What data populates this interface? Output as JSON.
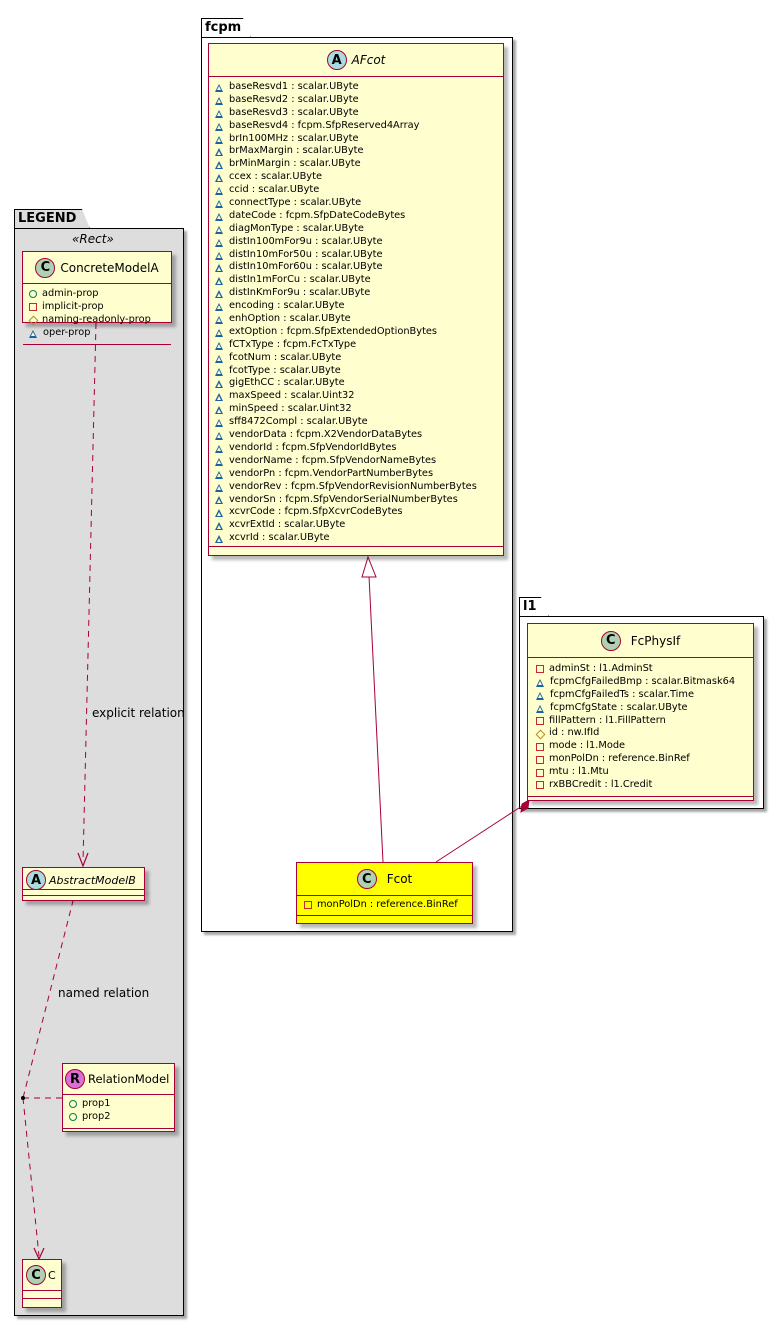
{
  "packages": {
    "legend": {
      "name": "LEGEND",
      "stereotype": "«Rect»"
    },
    "fcpm": {
      "name": "fcpm"
    },
    "l1": {
      "name": "l1"
    }
  },
  "colors": {
    "border": "#A80036",
    "class_fill": "#FEFECE",
    "highlight_fill": "#FFFF00",
    "legend_fill": "#DDDDDD",
    "badge_class": "#ADD1B2",
    "badge_abstract": "#A9DCDF",
    "badge_relation": "#DA70D6"
  },
  "legend": {
    "concrete": {
      "badge": "C",
      "name": "ConcreteModelA",
      "attrs": [
        {
          "vis": "public",
          "text": "admin-prop"
        },
        {
          "vis": "private",
          "text": "implicit-prop"
        },
        {
          "vis": "protected",
          "text": "naming-readonly-prop"
        },
        {
          "vis": "package",
          "text": "oper-prop"
        }
      ]
    },
    "abstract": {
      "badge": "A",
      "name": "AbstractModelB"
    },
    "relation_model": {
      "badge": "R",
      "name": "RelationModel",
      "attrs": [
        {
          "vis": "public",
          "text": "prop1"
        },
        {
          "vis": "public",
          "text": "prop2"
        }
      ]
    },
    "c": {
      "badge": "C",
      "name": "C"
    },
    "explicit_label": "explicit relation",
    "named_label": "named relation"
  },
  "afcot": {
    "badge": "A",
    "name": "AFcot",
    "attrs": [
      "baseResvd1 : scalar.UByte",
      "baseResvd2 : scalar.UByte",
      "baseResvd3 : scalar.UByte",
      "baseResvd4 : fcpm.SfpReserved4Array",
      "brIn100MHz : scalar.UByte",
      "brMaxMargin : scalar.UByte",
      "brMinMargin : scalar.UByte",
      "ccex : scalar.UByte",
      "ccid : scalar.UByte",
      "connectType : scalar.UByte",
      "dateCode : fcpm.SfpDateCodeBytes",
      "diagMonType : scalar.UByte",
      "distIn100mFor9u : scalar.UByte",
      "distIn10mFor50u : scalar.UByte",
      "distIn10mFor60u : scalar.UByte",
      "distIn1mForCu : scalar.UByte",
      "distInKmFor9u : scalar.UByte",
      "encoding : scalar.UByte",
      "enhOption : scalar.UByte",
      "extOption : fcpm.SfpExtendedOptionBytes",
      "fCTxType : fcpm.FcTxType",
      "fcotNum : scalar.UByte",
      "fcotType : scalar.UByte",
      "gigEthCC : scalar.UByte",
      "maxSpeed : scalar.Uint32",
      "minSpeed : scalar.Uint32",
      "sff8472Compl : scalar.UByte",
      "vendorData : fcpm.X2VendorDataBytes",
      "vendorId : fcpm.SfpVendorIdBytes",
      "vendorName : fcpm.SfpVendorNameBytes",
      "vendorPn : fcpm.VendorPartNumberBytes",
      "vendorRev : fcpm.SfpVendorRevisionNumberBytes",
      "vendorSn : fcpm.SfpVendorSerialNumberBytes",
      "xcvrCode : fcpm.SfpXcvrCodeBytes",
      "xcvrExtId : scalar.UByte",
      "xcvrId : scalar.UByte"
    ]
  },
  "fcot": {
    "badge": "C",
    "name": "Fcot",
    "attrs": [
      {
        "vis": "private",
        "text": "monPolDn : reference.BinRef"
      }
    ]
  },
  "fcphysif": {
    "badge": "C",
    "name": "FcPhysIf",
    "attrs": [
      {
        "vis": "private",
        "text": "adminSt : l1.AdminSt"
      },
      {
        "vis": "package",
        "text": "fcpmCfgFailedBmp : scalar.Bitmask64"
      },
      {
        "vis": "package",
        "text": "fcpmCfgFailedTs : scalar.Time"
      },
      {
        "vis": "package",
        "text": "fcpmCfgState : scalar.UByte"
      },
      {
        "vis": "private",
        "text": "fillPattern : l1.FillPattern"
      },
      {
        "vis": "protected",
        "text": "id : nw.IfId"
      },
      {
        "vis": "private",
        "text": "mode : l1.Mode"
      },
      {
        "vis": "private",
        "text": "monPolDn : reference.BinRef"
      },
      {
        "vis": "private",
        "text": "mtu : l1.Mtu"
      },
      {
        "vis": "private",
        "text": "rxBBCredit : l1.Credit"
      }
    ]
  }
}
